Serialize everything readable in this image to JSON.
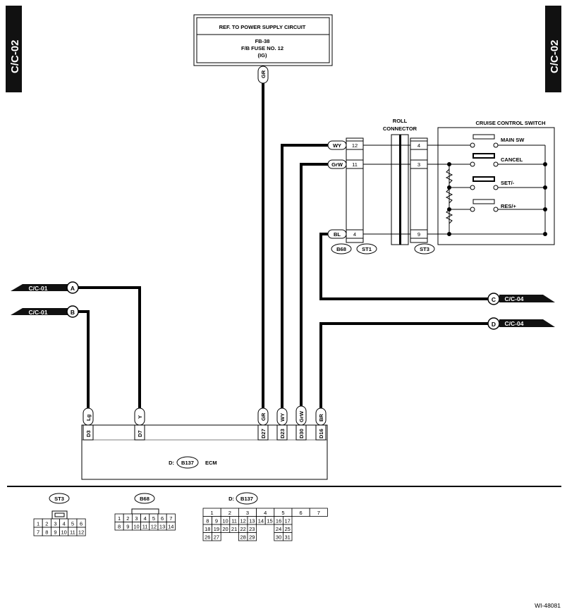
{
  "page_tabs": {
    "left": "C/C-02",
    "right": "C/C-02"
  },
  "power_box": {
    "title": "REF. TO POWER SUPPLY CIRCUIT",
    "line1": "FB-38",
    "line2": "F/B FUSE NO. 12",
    "line3": "(IG)"
  },
  "roll_connector": {
    "line1": "ROLL",
    "line2": "CONNECTOR"
  },
  "switch": {
    "title": "CRUISE CONTROL SWITCH",
    "main": "MAIN SW",
    "cancel": "CANCEL",
    "set": "SET/-",
    "res": "RES/+"
  },
  "wires": {
    "gr": "GR",
    "wy": "WY",
    "grw": "GrW",
    "bl": "BL",
    "lg": "Lg",
    "y": "Y",
    "br": "BR"
  },
  "pins": {
    "b68_wy": "12",
    "b68_grw": "11",
    "b68_bl": "4",
    "st3_wy": "4",
    "st3_grw": "3",
    "st3_bl": "9"
  },
  "connectors": {
    "b68": "B68",
    "st1": "ST1",
    "st3": "ST3",
    "b137": "B137"
  },
  "refs": {
    "a_page": "C/C-01",
    "a_letter": "A",
    "b_page": "C/C-01",
    "b_letter": "B",
    "c_page": "C/C-04",
    "c_letter": "C",
    "d_page": "C/C-04",
    "d_letter": "D"
  },
  "ecm": {
    "prefix": "D:",
    "connector": "B137",
    "label": "ECM",
    "terminals": [
      "D3",
      "D7",
      "D27",
      "D23",
      "D30",
      "D16"
    ]
  },
  "pinouts": {
    "st3": {
      "label": "ST3",
      "row1": [
        "1",
        "2",
        "3",
        "4",
        "5",
        "6"
      ],
      "row2": [
        "7",
        "8",
        "9",
        "10",
        "11",
        "12"
      ]
    },
    "b68": {
      "label": "B68",
      "row1": [
        "1",
        "2",
        "3",
        "4",
        "5",
        "6",
        "7"
      ],
      "row2": [
        "8",
        "9",
        "10",
        "11",
        "12",
        "13",
        "14"
      ]
    },
    "b137": {
      "prefix": "D:",
      "label": "B137",
      "row1": [
        "1",
        "2",
        "3",
        "4",
        "5",
        "6",
        "7"
      ],
      "row2": [
        "8",
        "9",
        "10",
        "11",
        "12",
        "13",
        "14",
        "15",
        "16",
        "17"
      ],
      "row3": [
        "18",
        "19",
        "20",
        "21",
        "22",
        "23",
        "",
        "",
        "24",
        "25"
      ],
      "row4": [
        "26",
        "27",
        "",
        "",
        "28",
        "29",
        "",
        "",
        "30",
        "31"
      ]
    }
  },
  "figure_id": "WI-48081"
}
